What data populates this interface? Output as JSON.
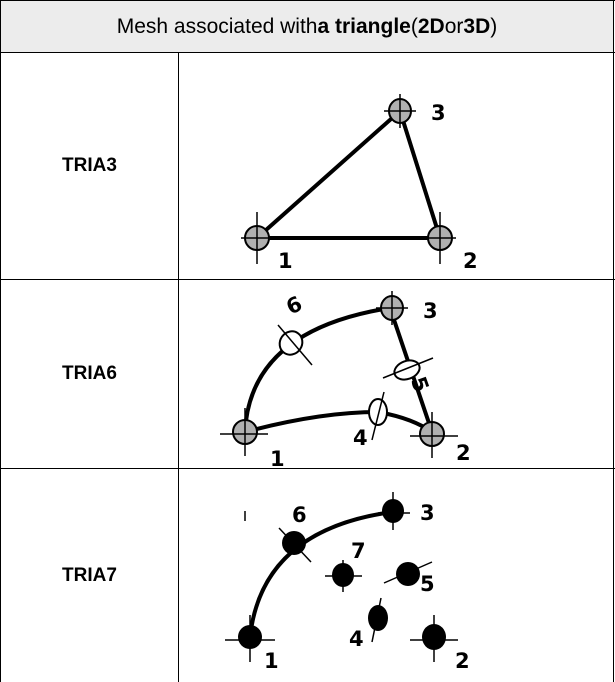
{
  "header": {
    "part1": "Mesh associated with ",
    "bold1": "a triangle",
    "part2": " (",
    "bold2": "2D",
    "part3": " or ",
    "bold3": "3D",
    "part4": ")"
  },
  "rows": [
    {
      "label": "TRIA3",
      "nodes": [
        "1",
        "2",
        "3"
      ]
    },
    {
      "label": "TRIA6",
      "nodes": [
        "1",
        "2",
        "3",
        "4",
        "5",
        "6"
      ]
    },
    {
      "label": "TRIA7",
      "nodes": [
        "1",
        "2",
        "3",
        "4",
        "5",
        "6",
        "7"
      ]
    }
  ],
  "colors": {
    "header_bg": "#ececec",
    "node_fill_linear": "#b0b0b0",
    "node_fill_full": "#000000"
  }
}
